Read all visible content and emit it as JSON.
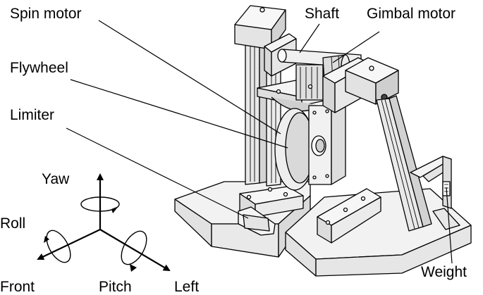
{
  "labels": {
    "spin_motor": "Spin motor",
    "shaft": "Shaft",
    "gimbal_motor": "Gimbal motor",
    "flywheel": "Flywheel",
    "limiter": "Limiter",
    "weight": "Weight"
  },
  "axes": {
    "yaw": "Yaw",
    "roll": "Roll",
    "front": "Front",
    "pitch": "Pitch",
    "left": "Left"
  },
  "colors": {
    "line": "#000000",
    "fill_light": "#f2f2f2",
    "fill_mid": "#e2e2e2",
    "fill_dark": "#cfcfcf",
    "background": "#ffffff"
  }
}
